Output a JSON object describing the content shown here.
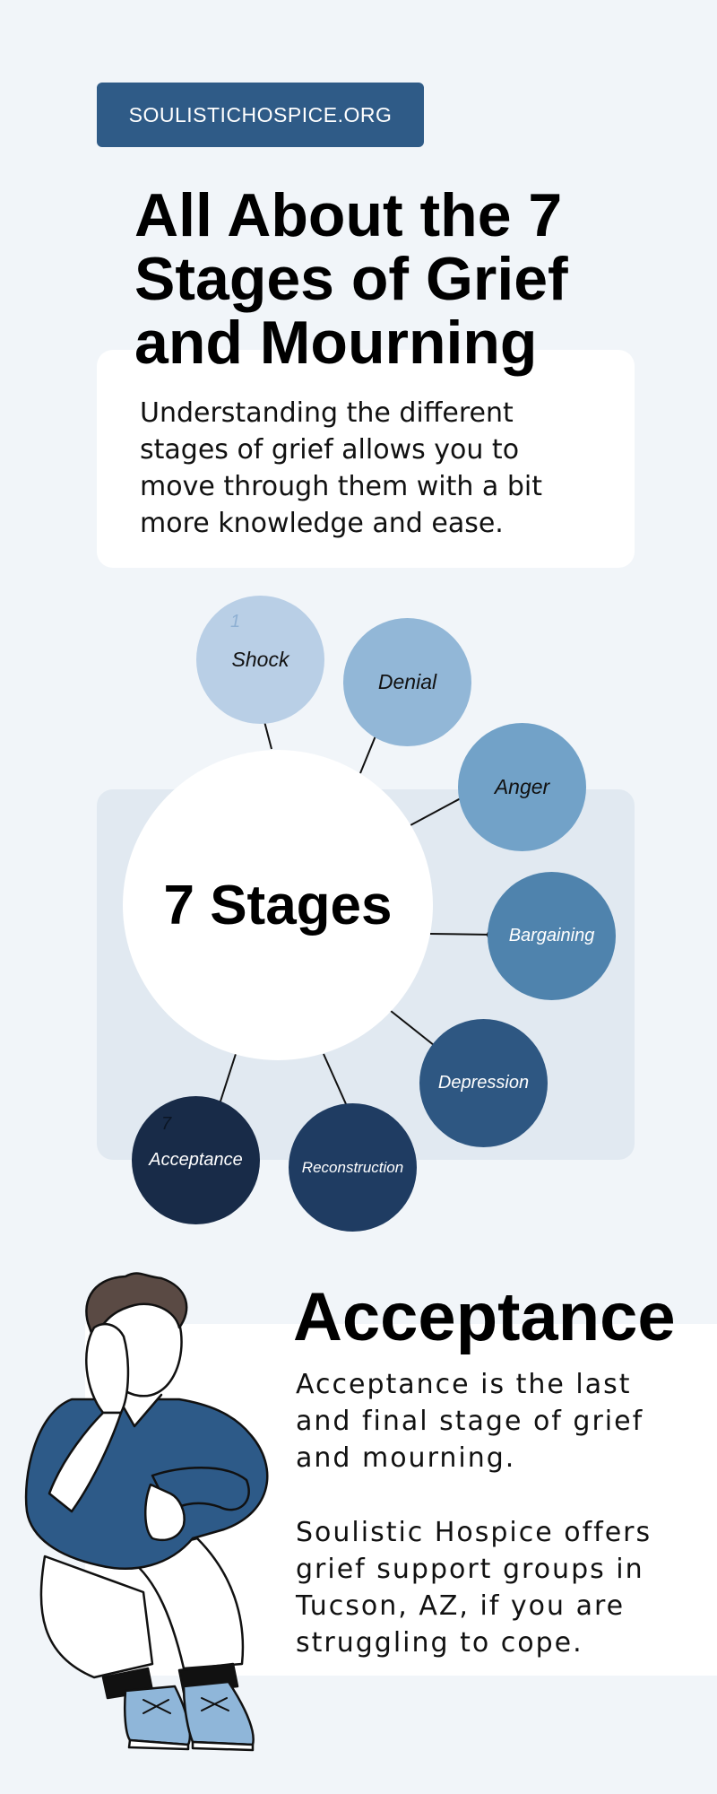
{
  "badge": {
    "text": "SOULISTICHOSPICE.ORG"
  },
  "title": "All About the 7 Stages of Grief and Mourning",
  "intro": "Understanding the different stages of grief allows you to move through them with a bit more knowledge and ease.",
  "center_label": "7 Stages",
  "stages": [
    {
      "number": "1",
      "label": "Shock",
      "color": "#b9cfe6"
    },
    {
      "number": "",
      "label": "Denial",
      "color": "#92b7d7"
    },
    {
      "number": "",
      "label": "Anger",
      "color": "#72a2c8"
    },
    {
      "number": "",
      "label": "Bargaining",
      "color": "#4f83ad"
    },
    {
      "number": "",
      "label": "Depression",
      "color": "#2e5782"
    },
    {
      "number": "",
      "label": "Reconstruction",
      "color": "#1f3c62"
    },
    {
      "number": "7",
      "label": "Acceptance",
      "color": "#182b48"
    }
  ],
  "acceptance": {
    "heading": "Acceptance",
    "paragraph1": "Acceptance is the last and final stage of grief and mourning.",
    "paragraph2": "Soulistic Hospice offers grief support groups in Tucson, AZ, if you are struggling to cope."
  },
  "colors": {
    "background": "#f1f5f9",
    "badge": "#2f5b87",
    "panel": "#e1e9f1",
    "shirt": "#2d5a88",
    "shoes": "#8fb6d9"
  }
}
